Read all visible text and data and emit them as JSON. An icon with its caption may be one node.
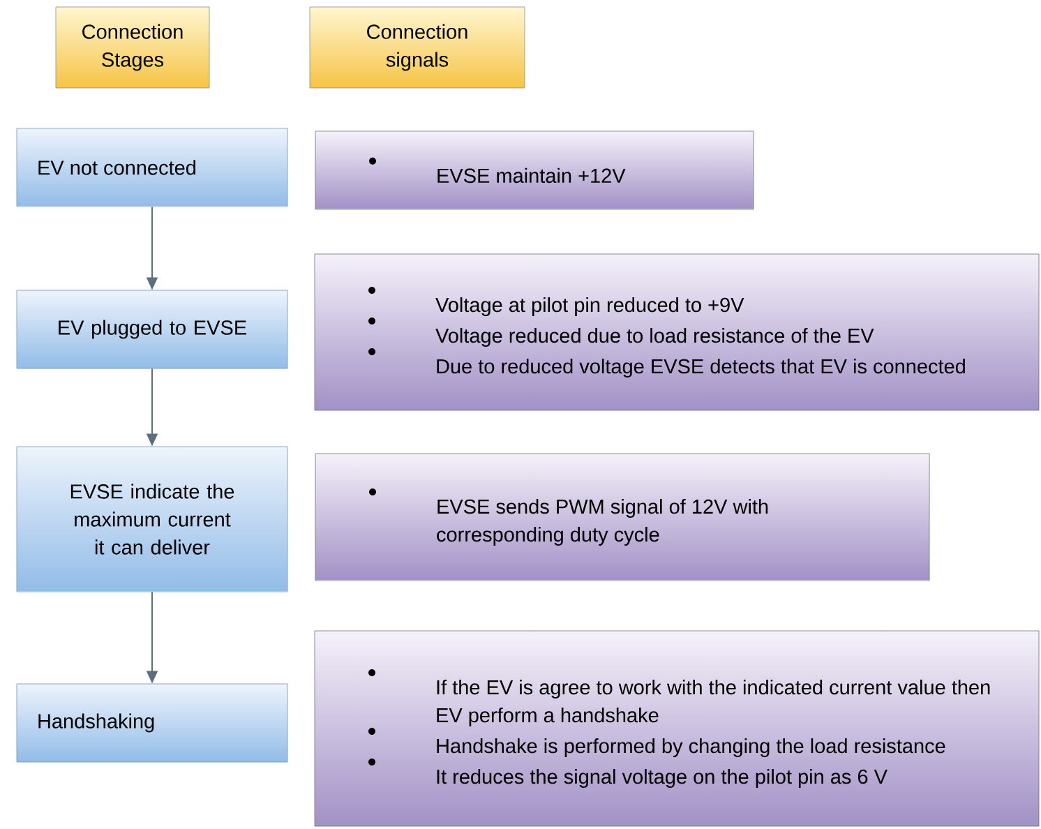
{
  "diagram": {
    "nodes": [
      {
        "text": [
          "Connection Stages"
        ]
      },
      {
        "text": [
          "Connection signals"
        ]
      },
      {
        "text": [
          "EV not connected"
        ]
      },
      {
        "text": [
          "EVSE maintain +12V"
        ]
      },
      {
        "text": [
          "EV plugged to EVSE"
        ]
      },
      {
        "text": [
          "Voltage at pilot pin reduced to +9V",
          "Voltage reduced due to load resistance of the EV",
          "Due to reduced voltage EVSE detects that EV is connected"
        ]
      },
      {
        "text": [
          "EVSE indicate the maximum current it can deliver"
        ]
      },
      {
        "text": [
          "EVSE sends PWM signal of 12V with corresponding duty cycle"
        ]
      },
      {
        "text": [
          "Handshaking"
        ]
      },
      {
        "text": [
          "If the EV is agree to work with the indicated current value then EV perform a handshake",
          "Handshake is performed by changing the load resistance",
          "It reduces the signal voltage on the pilot pin as 6 V"
        ]
      }
    ],
    "edges": [
      {
        "from": 2,
        "to": 4,
        "arrow": "to"
      },
      {
        "from": 4,
        "to": 6,
        "arrow": "to"
      },
      {
        "from": 6,
        "to": 8,
        "arrow": "to"
      }
    ]
  }
}
